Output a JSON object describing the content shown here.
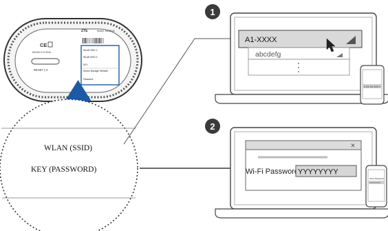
{
  "router": {
    "brand": "ZTE",
    "model": "Model: MC801A",
    "side_code": "BA08S1CCHINA",
    "label_lines": [
      "WLAN SSID 1:",
      "WLAN SSID 2:",
      "KEY:",
      "Device Manager Website:",
      "Password:"
    ],
    "reset_label": "RESET | O",
    "ce_mark": "CE"
  },
  "magnifier": {
    "ssid_label": "WLAN (SSID)",
    "key_label": "KEY (PASSWORD)"
  },
  "step1": {
    "badge": "1",
    "network_name": "A1-XXXX",
    "other_network": "abcdefg",
    "phone_text": "X XX XX XXX Y"
  },
  "step2": {
    "badge": "2",
    "dialog_close": "×",
    "password_label": "Wi-Fi Password",
    "password_value": "YYYYYYYY",
    "phone_line1": "Wi-Fi Password",
    "phone_line2": "YYYYYYYY"
  },
  "colors": {
    "pointer_triangle": "#1c5aa6",
    "badge": "#3a3a3a",
    "highlight_row": "#d9d9d9"
  }
}
